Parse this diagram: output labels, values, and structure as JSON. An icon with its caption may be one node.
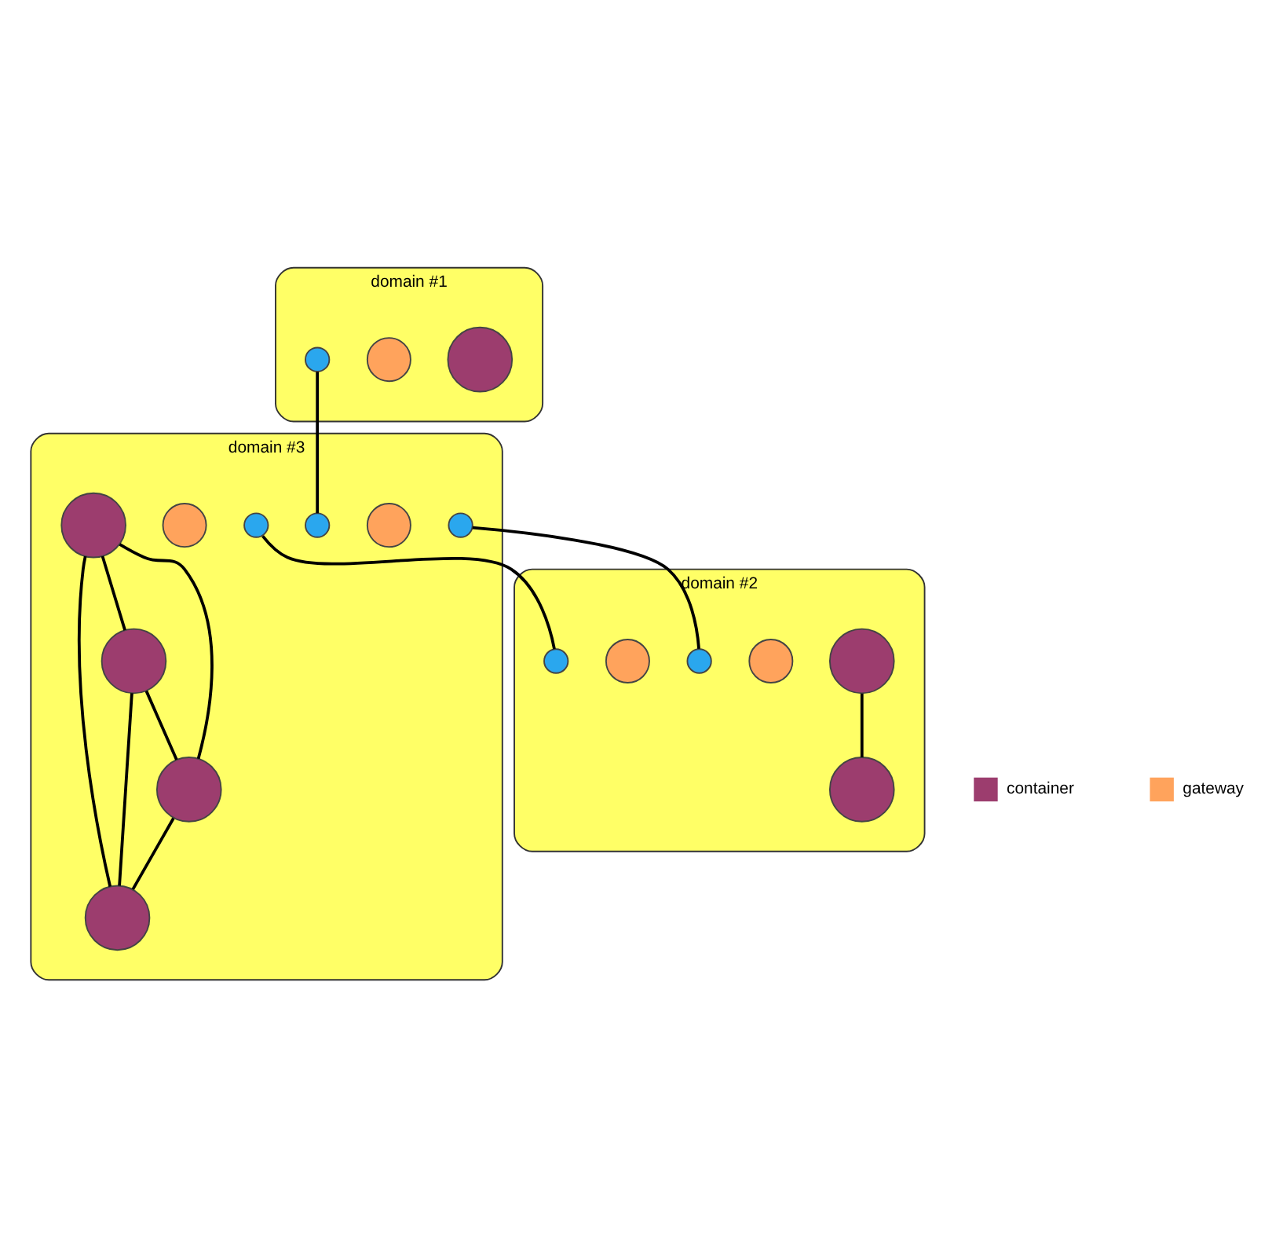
{
  "diagram": {
    "nodes": [
      {
        "text": [
          "domain #1"
        ]
      },
      {
        "text": [],
        "shape": "circle",
        "in": 0
      },
      {
        "text": [],
        "shape": "circle",
        "in": 0
      },
      {
        "text": [],
        "shape": "circle",
        "in": 0
      },
      {
        "text": [
          "domain #3"
        ]
      },
      {
        "text": [],
        "shape": "circle",
        "in": 4
      },
      {
        "text": [],
        "shape": "circle",
        "in": 4
      },
      {
        "text": [],
        "shape": "circle",
        "in": 4
      },
      {
        "text": [],
        "shape": "circle",
        "in": 4
      },
      {
        "text": [],
        "shape": "circle",
        "in": 4
      },
      {
        "text": [],
        "shape": "circle",
        "in": 4
      },
      {
        "text": [],
        "shape": "circle",
        "in": 4
      },
      {
        "text": [],
        "shape": "circle",
        "in": 4
      },
      {
        "text": [],
        "shape": "circle",
        "in": 4
      },
      {
        "text": [
          "domain #2"
        ]
      },
      {
        "text": [],
        "shape": "circle",
        "in": 14
      },
      {
        "text": [],
        "shape": "circle",
        "in": 14
      },
      {
        "text": [],
        "shape": "circle",
        "in": 14
      },
      {
        "text": [],
        "shape": "circle",
        "in": 14
      },
      {
        "text": [],
        "shape": "circle",
        "in": 14
      },
      {
        "text": [],
        "shape": "circle",
        "in": 14
      }
    ],
    "edges": [
      {
        "from": 3,
        "to": 7,
        "arrow": "none"
      },
      {
        "from": 8,
        "to": 17,
        "arrow": "none"
      },
      {
        "from": 12,
        "to": 20,
        "arrow": "none"
      },
      {
        "from": 5,
        "to": 9,
        "arrow": "none"
      },
      {
        "from": 5,
        "to": 13,
        "arrow": "none"
      },
      {
        "from": 5,
        "to": 10,
        "arrow": "none"
      },
      {
        "from": 9,
        "to": 10,
        "arrow": "none"
      },
      {
        "from": 9,
        "to": 13,
        "arrow": "none"
      },
      {
        "from": 13,
        "to": 10,
        "arrow": "none"
      },
      {
        "from": 15,
        "to": 18,
        "arrow": "none"
      }
    ],
    "legend": [
      {
        "text": "container",
        "color": "#9c3d6e"
      },
      {
        "text": "gateway",
        "color": "#ffa35c"
      }
    ]
  }
}
